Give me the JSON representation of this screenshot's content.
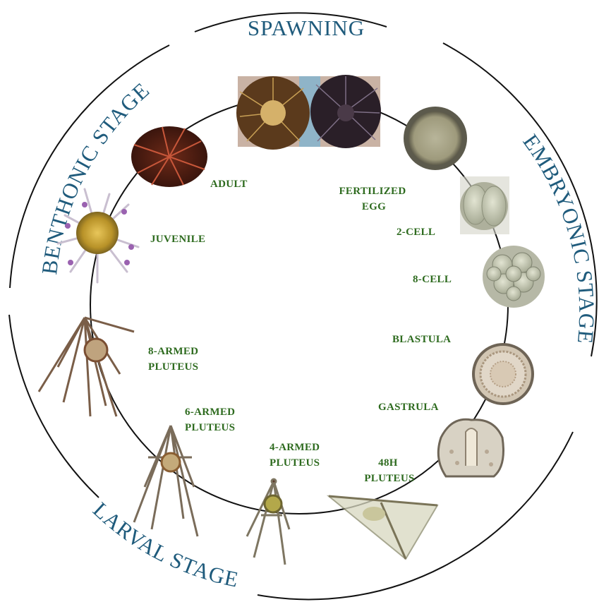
{
  "phases": {
    "spawning": "SPAWNING",
    "embryonic": "EMBRYONIC STAGE",
    "larval": "LARVAL STAGE",
    "benthonic": "BENTHONIC STAGE"
  },
  "stages": {
    "adult": "ADULT",
    "fertilized_egg": [
      "FERTILIZED",
      "EGG"
    ],
    "two_cell": "2-CELL",
    "eight_cell": "8-CELL",
    "blastula": "BLASTULA",
    "gastrula": "GASTRULA",
    "pluteus_48h": [
      "48H",
      "PLUTEUS"
    ],
    "pluteus_4arm": [
      "4-ARMED",
      "PLUTEUS"
    ],
    "pluteus_6arm": [
      "6-ARMED",
      "PLUTEUS"
    ],
    "pluteus_8arm": [
      "8-ARMED",
      "PLUTEUS"
    ],
    "juvenile": "JUVENILE"
  },
  "colors": {
    "phase_text": "#1f5b7c",
    "stage_text": "#2e6b1f",
    "circle": "#111111"
  }
}
